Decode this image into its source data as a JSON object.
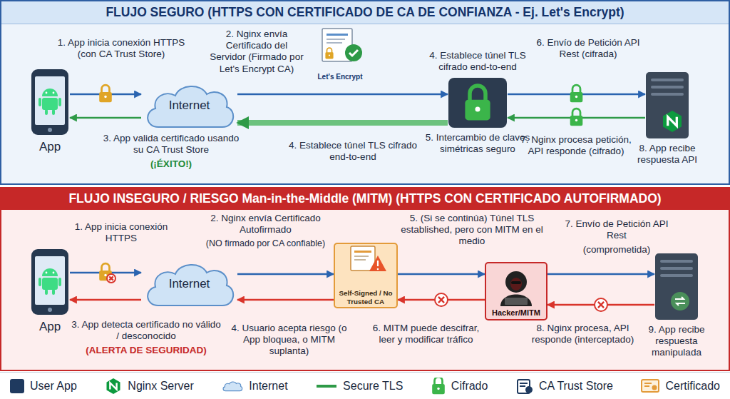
{
  "diagram": {
    "nodes": [
      {
        "text": [
          "FLUJO SEGURO (HTTPS CON CERTIFICADO DE CA DE CONFIANZA - Ej. Let's Encrypt)"
        ]
      },
      {
        "text": [
          "App"
        ],
        "in": 0
      },
      {
        "text": [
          "Internet"
        ],
        "in": 0
      },
      {
        "text": [
          "Let's Encrypt"
        ],
        "in": 0
      },
      {
        "text": [
          "4. Establece túnel TLS cifrado end-to-end",
          "5. Intercambio de claves simétricas seguro"
        ],
        "in": 0
      },
      {
        "text": [
          "8. App recibe respuesta API"
        ],
        "in": 0
      },
      {
        "text": [
          "FLUJO INSEGURO / RIESGO Man-in-the-Middle (MITM) (HTTPS CON CERTIFICADO AUTOFIRMADO)"
        ]
      },
      {
        "text": [
          "App"
        ],
        "in": 6
      },
      {
        "text": [
          "Internet"
        ],
        "in": 6
      },
      {
        "text": [
          "Self-Signed / No Trusted CA"
        ],
        "in": 6
      },
      {
        "text": [
          "Hacker/MITM"
        ],
        "in": 6
      },
      {
        "text": [
          "9. App recibe respuesta manipulada"
        ],
        "in": 6
      }
    ],
    "edges": [
      {
        "from": 1,
        "to": 2,
        "arrow": "to"
      },
      {
        "from": 2,
        "to": 1,
        "arrow": "to"
      },
      {
        "from": 2,
        "to": 4,
        "arrow": "to"
      },
      {
        "from": 4,
        "to": 2,
        "arrow": "to"
      },
      {
        "from": 4,
        "to": 5,
        "arrow": "to"
      },
      {
        "from": 5,
        "to": 4,
        "arrow": "to"
      },
      {
        "from": 7,
        "to": 8,
        "arrow": "to"
      },
      {
        "from": 8,
        "to": 7,
        "arrow": "to"
      },
      {
        "from": 8,
        "to": 9,
        "arrow": "to"
      },
      {
        "from": 9,
        "to": 10,
        "arrow": "to"
      },
      {
        "from": 10,
        "to": 11,
        "arrow": "to"
      },
      {
        "from": 11,
        "to": 10,
        "arrow": "to"
      },
      {
        "from": 10,
        "to": 9,
        "arrow": "to"
      },
      {
        "from": 9,
        "to": 8,
        "arrow": "to"
      }
    ],
    "labels": [
      "1. App inicia conexión HTTPS (con CA Trust Store)",
      "2. Nginx envía Certificado del Servidor (Firmado por Let's Encrypt CA)",
      "3. App valida certificado usando su CA Trust Store",
      "(¡ÉXITO!)",
      "4. Establece túnel TLS cifrado end-to-end",
      "6. Envío de Petición API Rest (cifrada)",
      "7. Nginx procesa petición, API responde (cifrado)",
      "1. App inicia conexión HTTPS",
      "2. Nginx envía Certificado Autofirmado",
      "(NO firmado por CA confiable)",
      "3. App detecta certificado no válido / desconocido",
      "(ALERTA DE SEGURIDAD)",
      "4. Usuario acepta riesgo (o App bloquea, o MITM suplanta)",
      "5. (Si se continúa) Túnel TLS established, pero con MITM en el medio",
      "6. MITM puede descifrar, leer y modificar tráfico",
      "7. Envío de Petición API Rest",
      "(comprometida)",
      "8. Nginx procesa, API responde (interceptado)"
    ],
    "legend": [
      {
        "text": "User App",
        "color": "#1f3a5f"
      },
      {
        "text": "Nginx Server"
      },
      {
        "text": "Internet"
      },
      {
        "text": "Secure TLS"
      },
      {
        "text": "Cifrado"
      },
      {
        "text": "CA Trust Store"
      },
      {
        "text": "Certificado"
      }
    ]
  }
}
